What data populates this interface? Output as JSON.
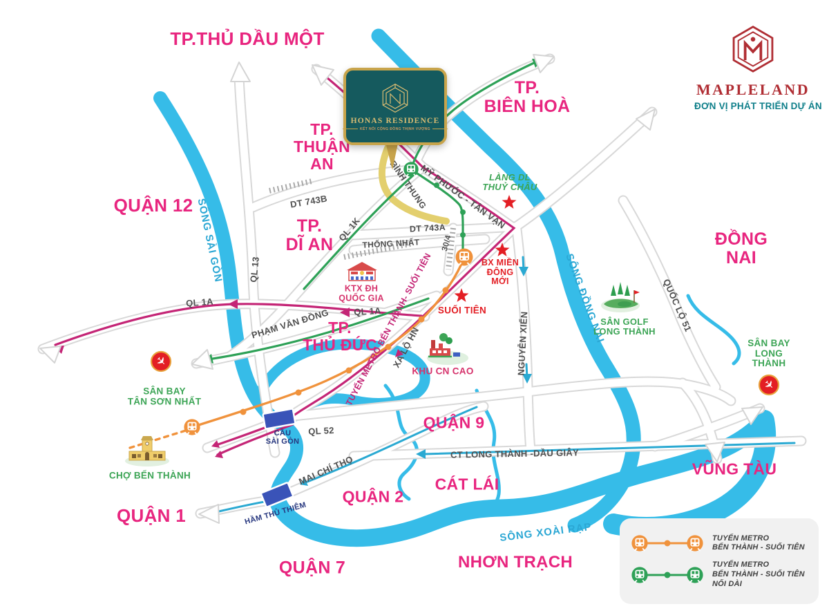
{
  "colors": {
    "district_pink": "#e8257f",
    "landmark_red": "#e31e24",
    "landmark_green": "#3da556",
    "river_blue": "#36bce8",
    "river_label": "#2ba7d4",
    "road_label_gray": "#4f4f4f",
    "route_magenta": "#c42576",
    "metro_orange": "#f0923c",
    "metro_green": "#2ea157",
    "arrow_teal": "#2aa9d2",
    "bridge_navy": "#3a53b8",
    "card_teal": "#155a5e",
    "card_gold": "#c8a44b",
    "brand_red": "#b02e34",
    "brand_teal": "#0f7f8a"
  },
  "project_card": {
    "title": "HONAS RESIDENCE",
    "tagline": "KẾT NỐI CỘNG ĐỒNG THỊNH VƯỢNG"
  },
  "developer": {
    "brand": "MAPLELAND",
    "role": "ĐƠN VỊ PHÁT TRIỂN DỰ ÁN"
  },
  "map": {
    "districts": {
      "thu_dau_mot": "TP.THỦ DẦU MỘT",
      "quan_12": "QUẬN 12",
      "thuan_an": "TP.\nTHUẬN\nAN",
      "di_an": "TP.\nDĨ AN",
      "bien_hoa": "TP.\nBIÊN HOÀ",
      "dong_nai": "ĐỒNG NAI",
      "thu_duc": "TP.\nTHỦ ĐỨC",
      "quan_9": "QUẬN 9",
      "quan_2": "QUẬN 2",
      "quan_1": "QUẬN 1",
      "quan_7": "QUẬN 7",
      "cat_lai": "CÁT LÁI",
      "nhon_trach": "NHƠN TRẠCH",
      "vung_tau": "VŨNG TÀU"
    },
    "rivers": {
      "sai_gon": "SÔNG SÀI GÒN",
      "dong_nai": "SÔNG ĐỒNG NAI",
      "xoai_rap": "SÔNG XOÀI RẠP"
    },
    "roads": {
      "dt_743b": "DT 743B",
      "ql_1k": "QL 1K",
      "ql_13": "QL 13",
      "dt_743a": "DT 743A",
      "thong_nhat": "THỐNG NHẤT",
      "binh_thung": "BÌNH THUNG",
      "my_phuoc_tan_van": "MỸ PHƯỚC - TÂN VẠN",
      "duong_30_4": "30/4",
      "ql_1a_west": "QL 1A",
      "ql_1a_east": "QL 1A",
      "pham_van_dong": "PHẠM VĂN ĐỒNG",
      "xa_lo_hn": "XA LỘ HN",
      "nguyen_xien": "NGUYỄN XIỂN",
      "quoc_lo_51": "QUỐC LỘ 51",
      "ql_52": "QL 52",
      "mai_chi_tho": "MAI CHÍ THỌ",
      "ct_long_thanh_dau_giay": "CT LONG THÀNH -DẦU GIÂY"
    },
    "metro_route_label": "TUYẾN METRO BẾN THÀNH- SUỐI TIÊN",
    "landmarks": {
      "lang_dl_thuy_chau": "LÀNG DL\nTHUỶ CHÂU",
      "bx_mien_dong_moi": "BX MIỀN\nĐÔNG\nMỚI",
      "suoi_tien": "SUỐI TIÊN",
      "ktx_dh_quoc_gia": "KTX ĐH\nQUỐC GIA",
      "khu_cn_cao": "KHU CN CAO",
      "san_golf_long_thanh": "SÂN GOLF\nLONG THÀNH",
      "san_bay_long_thanh": "SÂN BAY\nLONG THÀNH",
      "san_bay_tan_son_nhat": "SÂN BAY\nTÂN SƠN NHẤT",
      "cho_ben_thanh": "CHỢ BẾN THÀNH",
      "cau_sai_gon": "CẦU\nSÀI GÒN",
      "ham_thu_thiem": "HẦM THỦ THIÊM"
    }
  },
  "legend": {
    "items": [
      {
        "label": "TUYẾN METRO\nBẾN THÀNH - SUỐI TIÊN"
      },
      {
        "label": "TUYẾN METRO\nBẾN THÀNH - SUỐI TIÊN\nNỐI DÀI"
      }
    ]
  }
}
